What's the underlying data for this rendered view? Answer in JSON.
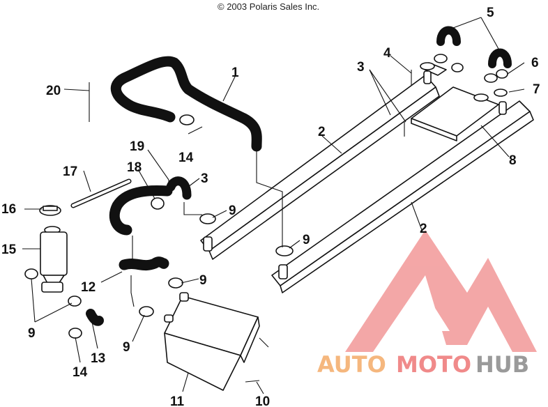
{
  "copyright": "© 2003 Polaris Sales Inc.",
  "callouts": [
    {
      "id": "c1",
      "label": "1"
    },
    {
      "id": "c2a",
      "label": "2"
    },
    {
      "id": "c2b",
      "label": "2"
    },
    {
      "id": "c3a",
      "label": "3"
    },
    {
      "id": "c3b",
      "label": "3"
    },
    {
      "id": "c4",
      "label": "4"
    },
    {
      "id": "c5",
      "label": "5"
    },
    {
      "id": "c6",
      "label": "6"
    },
    {
      "id": "c7",
      "label": "7"
    },
    {
      "id": "c8",
      "label": "8"
    },
    {
      "id": "c9a",
      "label": "9"
    },
    {
      "id": "c9b",
      "label": "9"
    },
    {
      "id": "c9c",
      "label": "9"
    },
    {
      "id": "c9d",
      "label": "9"
    },
    {
      "id": "c9e",
      "label": "9"
    },
    {
      "id": "c10",
      "label": "10"
    },
    {
      "id": "c11",
      "label": "11"
    },
    {
      "id": "c12",
      "label": "12"
    },
    {
      "id": "c13",
      "label": "13"
    },
    {
      "id": "c14a",
      "label": "14"
    },
    {
      "id": "c14b",
      "label": "14"
    },
    {
      "id": "c15",
      "label": "15"
    },
    {
      "id": "c16",
      "label": "16"
    },
    {
      "id": "c17",
      "label": "17"
    },
    {
      "id": "c18",
      "label": "18"
    },
    {
      "id": "c19",
      "label": "19"
    },
    {
      "id": "c20",
      "label": "20"
    }
  ],
  "watermark": {
    "part1": "AUTO",
    "part2": "MOTO",
    "part3": "HUB",
    "colors": {
      "red": "#f08a8a",
      "orange": "#f5b77e",
      "gray": "#9a9a9a"
    }
  }
}
